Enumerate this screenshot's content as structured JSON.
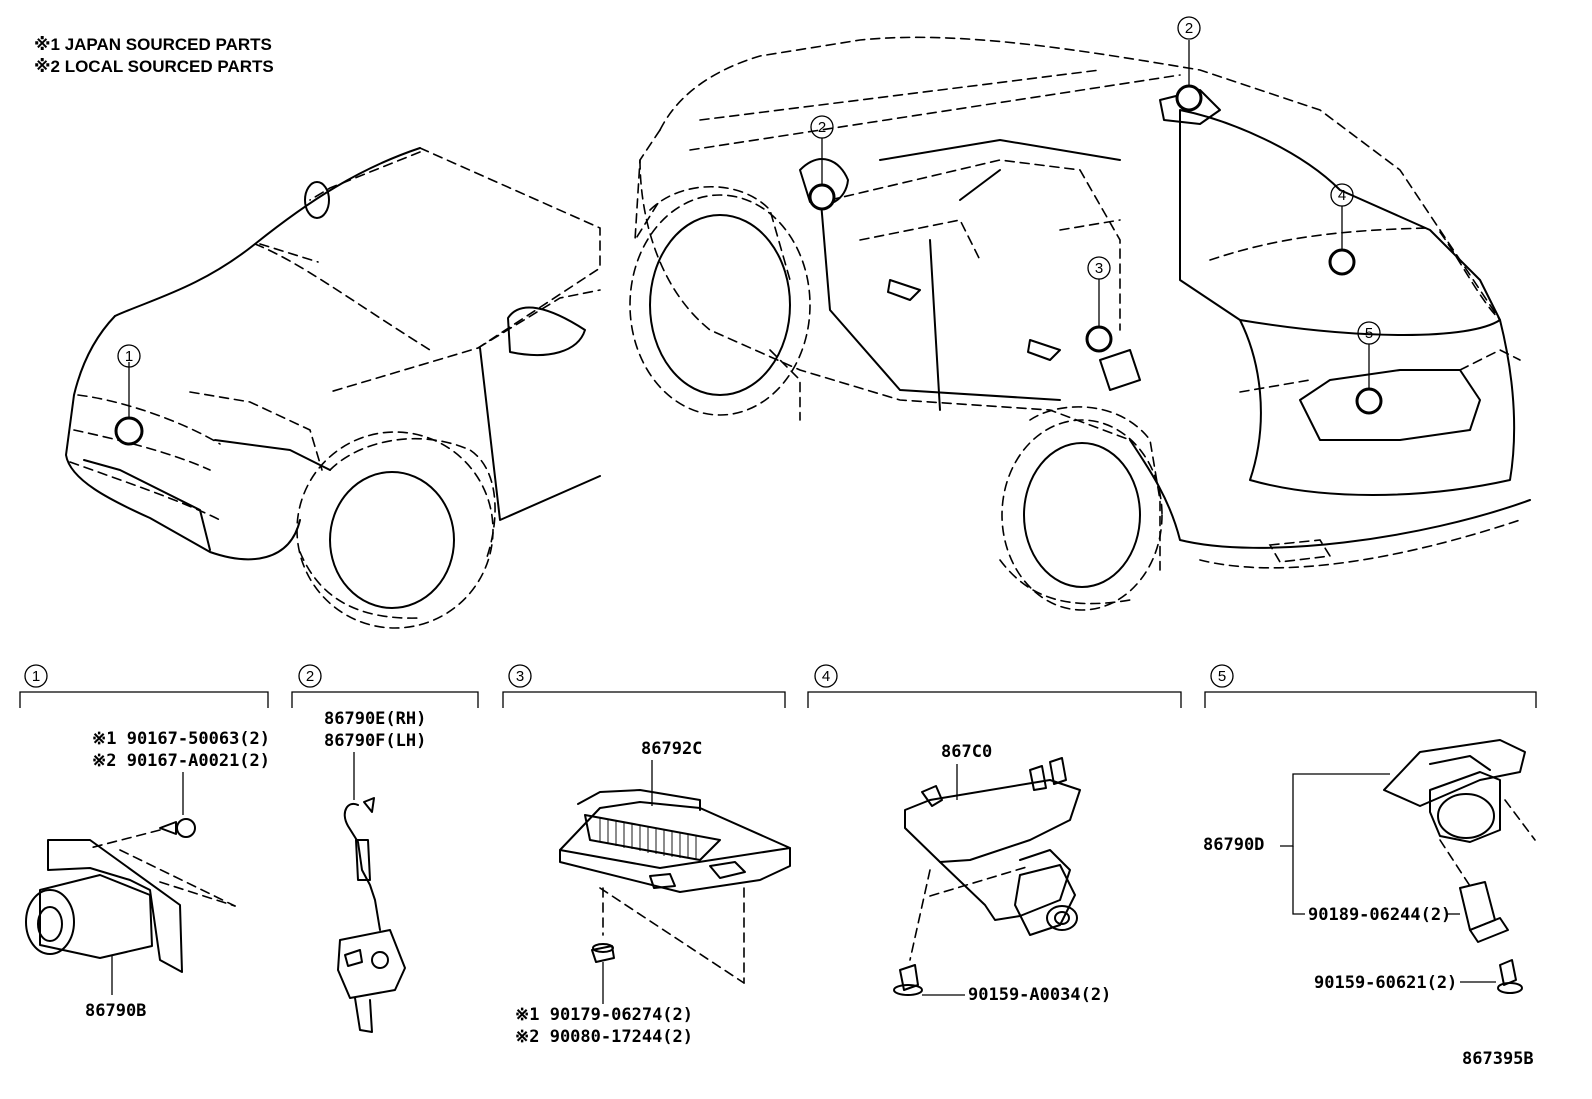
{
  "notes": {
    "n1": "※1 JAPAN SOURCED PARTS",
    "n2": "※2 LOCAL SOURCED PARTS"
  },
  "locators": {
    "front": "1",
    "mirror": "2",
    "roof": "2",
    "pillar": "3",
    "windshield": "4",
    "rear": "5"
  },
  "groups": {
    "g1": "1",
    "g2": "2",
    "g3": "3",
    "g4": "4",
    "g5": "5"
  },
  "parts": {
    "p1_bolt_a": "※1 90167-50063(2)",
    "p1_bolt_b": "※2 90167-A0021(2)",
    "p1_camera": "86790B",
    "p2_rh": "86790E(RH)",
    "p2_lh": "86790F(LH)",
    "p3_ecu": "86792C",
    "p3_nut_a": "※1 90179-06274(2)",
    "p3_nut_b": "※2 90080-17244(2)",
    "p4_sensor": "867C0",
    "p4_bolt": "90159-A0034(2)",
    "p5_camera": "86790D",
    "p5_clip": "90189-06244(2)",
    "p5_bolt": "90159-60621(2)"
  },
  "diagram_id": "867395B"
}
